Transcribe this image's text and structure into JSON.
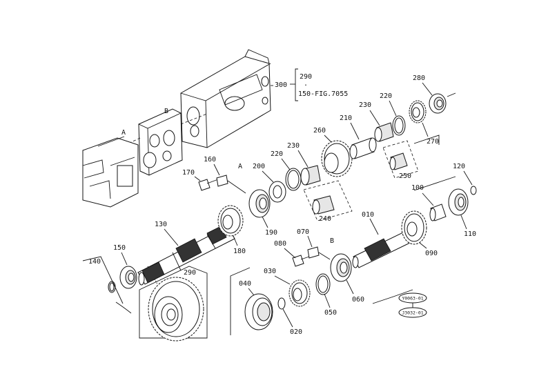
{
  "callouts": {
    "ref_top": "290",
    "ref_bottom": "150-FIG.7055",
    "ref_dot": ".",
    "ref_group": "300"
  },
  "letters": {
    "a_housing": "A",
    "b_housing": "B",
    "a_shaft": "A",
    "b_shaft": "B"
  },
  "parts": {
    "p010": "010",
    "p020": "020",
    "p030": "030",
    "p040": "040",
    "p050": "050",
    "p060": "060",
    "p070": "070",
    "p080": "080",
    "p090": "090",
    "p100": "100",
    "p110": "110",
    "p120": "120",
    "p130": "130",
    "p140": "140",
    "p150": "150",
    "p160": "160",
    "p170": "170",
    "p180": "180",
    "p190": "190",
    "p200": "200",
    "p210": "210",
    "p220a": "220",
    "p220b": "220",
    "p230a": "230",
    "p230b": "230",
    "p240": "240",
    "p250": "250",
    "p260": "260",
    "p270": "270",
    "p280": "280",
    "p290": "290"
  },
  "stamps": {
    "upper": "Y0063-01",
    "lower": "J3032-01"
  }
}
